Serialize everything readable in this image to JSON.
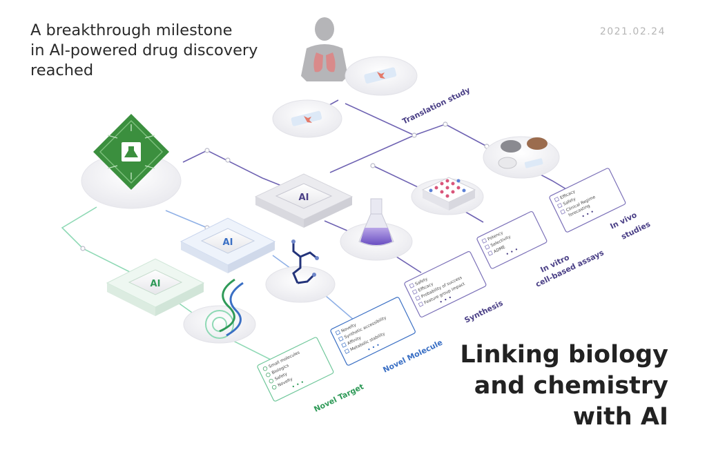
{
  "headline": {
    "line1": "A breakthrough milestone",
    "line2": "in AI-powered drug discovery",
    "line3": "reached"
  },
  "date": "2021.02.24",
  "tagline": {
    "line1": "Linking biology",
    "line2": "and chemistry",
    "line3": "with AI"
  },
  "chip_label": "AI",
  "stages": {
    "translation": "Translation study",
    "invivo": [
      "In vivo",
      "studies"
    ],
    "invitro": [
      "In vitro",
      "cell-based assays"
    ],
    "synthesis": "Synthesis",
    "novel_molecule": "Novel Molecule",
    "novel_target": "Novel Target"
  },
  "cards": {
    "invivo": [
      "Efficacy",
      "Safety",
      "Clinical Regime",
      "forecasting"
    ],
    "invitro": [
      "Potency",
      "Selectivity",
      "ADME"
    ],
    "synthesis": [
      "Safety",
      "Efficacy",
      "Probability of success",
      "Feature group impact"
    ],
    "molecule": [
      "Novelty",
      "Synthetic accessibility",
      "Affinity",
      "Metabolic stability"
    ],
    "target": [
      "Small molecules",
      "Biologics",
      "Safety",
      "Novelty"
    ],
    "ellipsis": "• • •"
  },
  "colors": {
    "purple": "#4a3f86",
    "line_purple": "#6e62b2",
    "blue": "#3a6fc4",
    "green": "#2f9a58",
    "teal_line": "#8fd9b5",
    "chip_green": "#3b8f3e"
  }
}
